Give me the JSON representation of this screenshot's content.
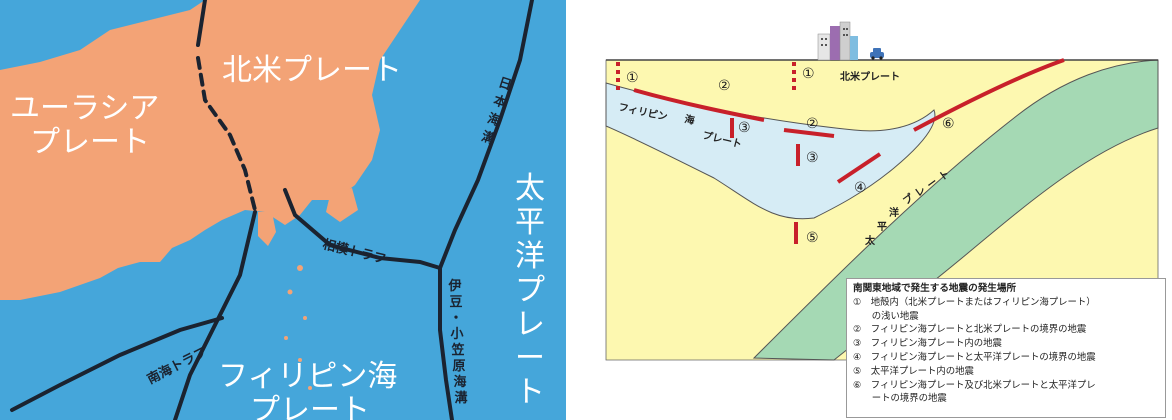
{
  "map": {
    "plate_labels": {
      "eurasian": [
        "ユーラシア",
        "プレート"
      ],
      "north_american": "北米プレート",
      "pacific": [
        "太",
        "平",
        "洋",
        "プ",
        "レ",
        "ー",
        "ト"
      ],
      "philippine": [
        "フィリピン海",
        "プレート"
      ]
    },
    "trench_labels": {
      "japan_trench": [
        "日",
        "本",
        "海",
        "溝"
      ],
      "sagami": "相模トラフ",
      "nankai": "南海トラフ",
      "izu_ogasawara": [
        "伊",
        "豆",
        "・",
        "小",
        "笠",
        "原",
        "海",
        "溝"
      ]
    },
    "colors": {
      "sea": "#45a6da",
      "land": "#f3a376",
      "boundary": "#1b2330"
    }
  },
  "section": {
    "plate_labels": {
      "north_american": "北米プレート",
      "philippine_top": "フィリピン",
      "philippine_mid": "海",
      "philippine_bottom": "プレート",
      "pacific_chars": [
        "太",
        "平",
        "洋",
        "プ",
        "レ",
        "ー",
        "ト"
      ]
    },
    "markers": [
      "①",
      "②",
      "①",
      "③",
      "②",
      "③",
      "⑥",
      "④",
      "⑤"
    ],
    "colors": {
      "crust": "#fdf8b0",
      "philippine_plate": "#d6ecf5",
      "pacific_plate": "#a5d9b4",
      "quake_zone": "#c8202a"
    }
  },
  "legend": {
    "title": "南関東地域で発生する地震の発生場所",
    "items": [
      "①　地殻内（北米プレートまたはフィリピン海プレート）",
      "　　の浅い地震",
      "②　フィリピン海プレートと北米プレートの境界の地震",
      "③　フィリピン海プレート内の地震",
      "④　フィリピン海プレートと太平洋プレートの境界の地震",
      "⑤　太平洋プレート内の地震",
      "⑥　フィリピン海プレート及び北米プレートと太平洋プレ",
      "　　ートの境界の地震"
    ]
  }
}
